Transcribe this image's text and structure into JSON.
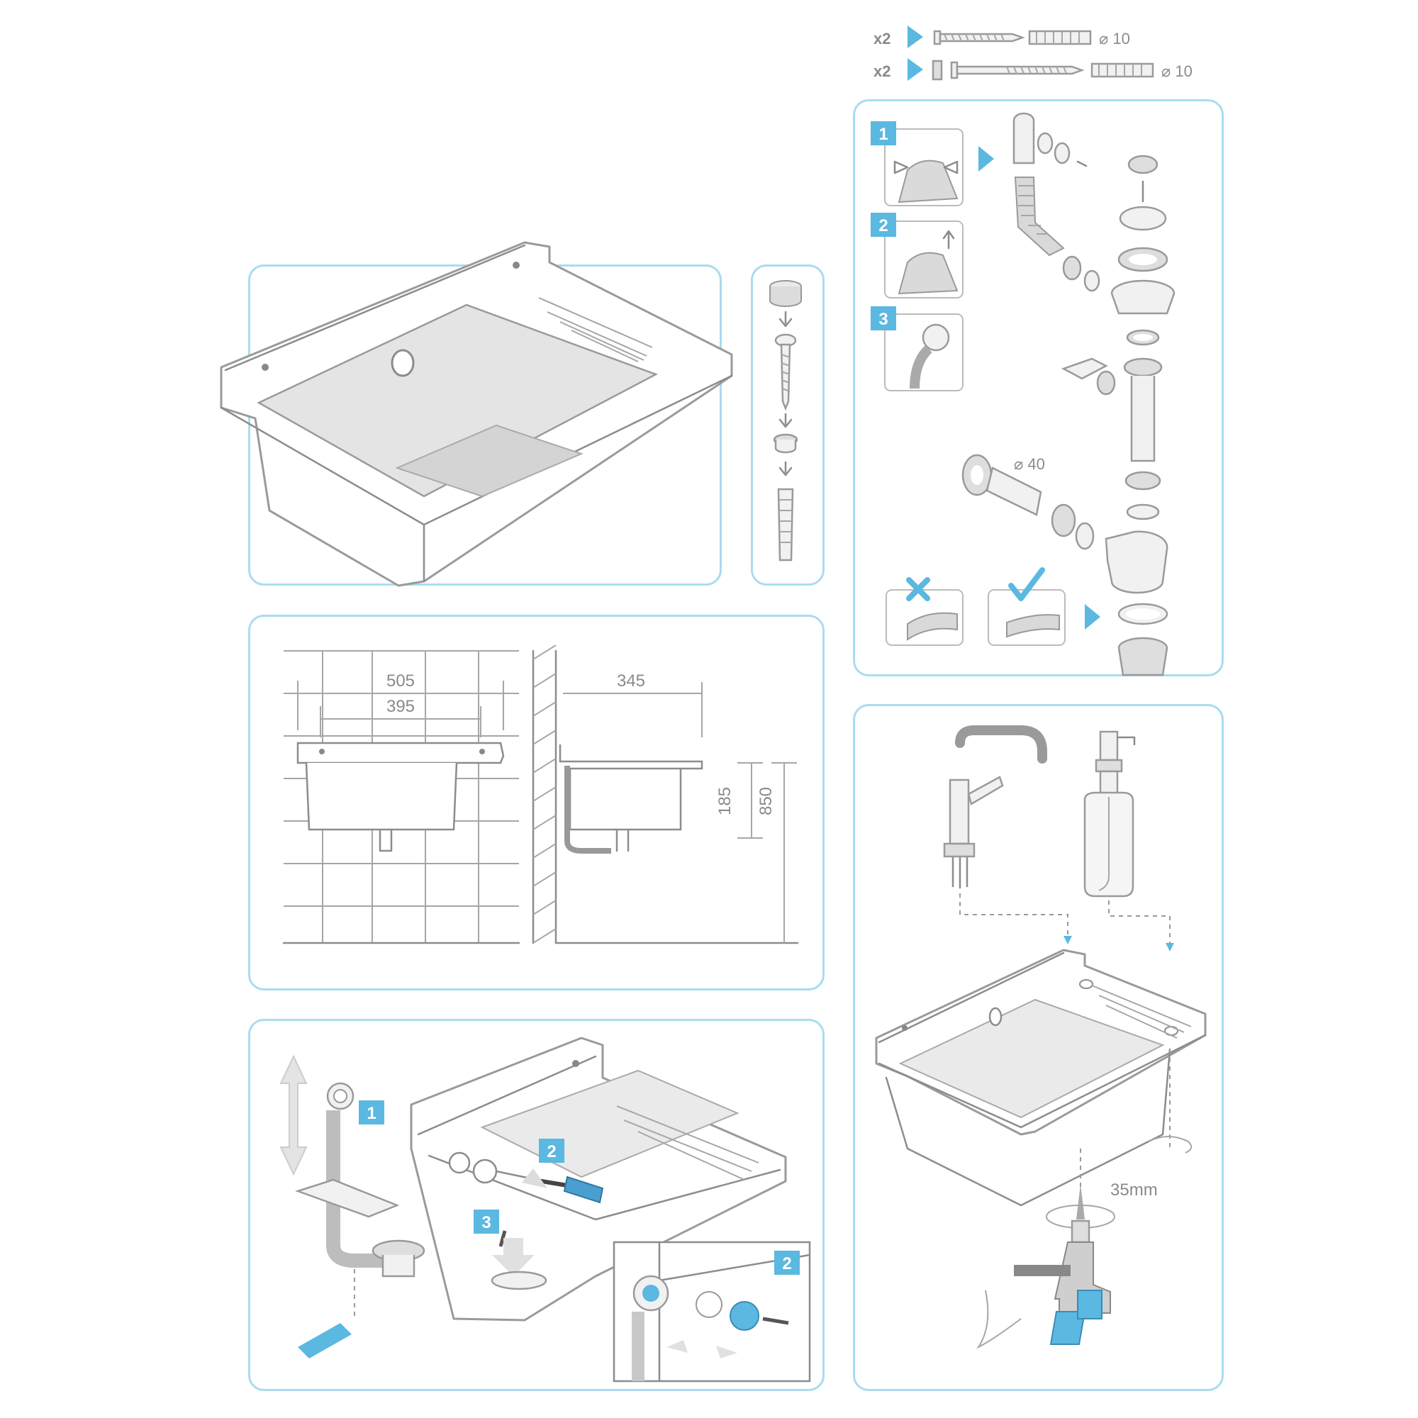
{
  "hardware": {
    "row1": {
      "qty": "x2",
      "dim": "⌀ 10"
    },
    "row2": {
      "qty": "x2",
      "dim": "⌀ 10"
    }
  },
  "siphon_panel": {
    "steps": [
      "1",
      "2",
      "3"
    ],
    "pipe_dim": "⌀ 40"
  },
  "dimensions": {
    "width_outer": "505",
    "width_inner": "395",
    "depth": "345",
    "bowl_height": "185",
    "mount_height": "850"
  },
  "install_panel": {
    "steps": [
      "1",
      "2",
      "3"
    ],
    "detail_step": "2"
  },
  "drill_panel": {
    "drill_size": "35mm"
  },
  "colors": {
    "accent": "#5bb8e0",
    "border": "#a9dcef",
    "line": "#8c8c8c"
  }
}
